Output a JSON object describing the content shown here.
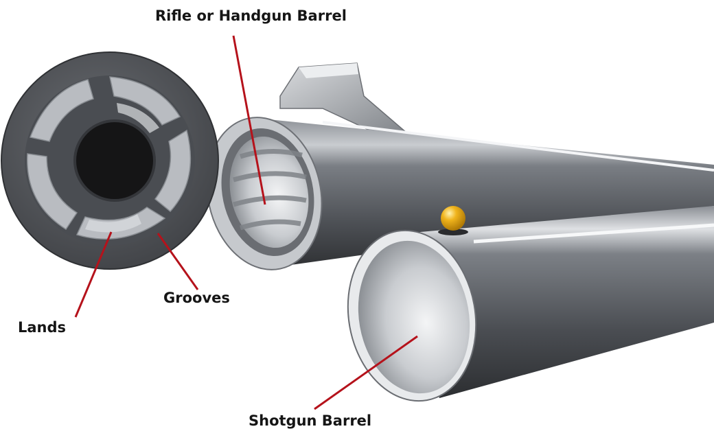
{
  "labels": {
    "rifle_barrel": "Rifle or Handgun Barrel",
    "grooves": "Grooves",
    "lands": "Lands",
    "shotgun_barrel": "Shotgun Barrel"
  },
  "colors": {
    "leader_line": "#b5121b",
    "bead_sight": "#f0b41c",
    "barrel_steel": "#5b5e63"
  }
}
